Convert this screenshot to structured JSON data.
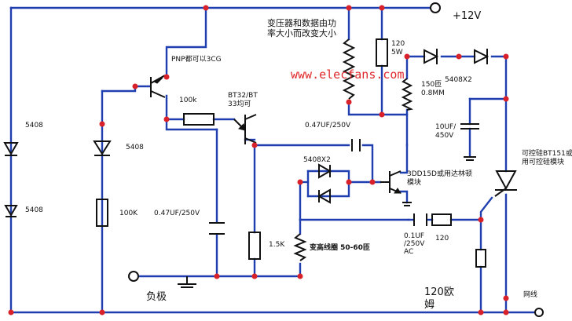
{
  "labels": {
    "supply_voltage": "+12V",
    "transformer_note_1": "变压器和数据由功",
    "transformer_note_2": "率大小而改变大小",
    "pnp_note": "PNP都可以3CG",
    "r_100k_horizontal": "100k",
    "bt_type_1": "BT32/BT",
    "bt_type_2": "33均可",
    "d_left_top": "5408",
    "d_left_bottom": "5408",
    "d_mid": "5408",
    "r_100k_vertical": "100K",
    "cap_047_left": "0.47UF/250V",
    "cap_047_top": "0.47UF/250V",
    "r_15k": "1.5K",
    "diodes_pair": "5408X2",
    "transistor_1": "3DD15D或用达林顿",
    "transistor_2": "模块",
    "coil_label": "变高线圈 50-60匝",
    "cap_01_1": "0.1UF",
    "cap_01_2": "/250V",
    "cap_01_3": "AC",
    "r_120": "120",
    "r_120_ohm_1": "120欧",
    "r_120_ohm_2": "姆",
    "negative_label": "负极",
    "mains_label": "网线",
    "r_120_5w_1": "120",
    "r_120_5w_2": "5W",
    "r_150_1": "150匝",
    "r_150_2": "0.8MM",
    "diodes_top": "5408X2",
    "cap_10uf_1": "10UF/",
    "cap_10uf_2": "450V",
    "scr_1": "可控硅BT151或",
    "scr_2": "用可控硅模块",
    "watermark": "www.elecfans.com"
  },
  "colors": {
    "wire": "#1f3fb0",
    "junction": "#d9212a",
    "component": "#111111",
    "watermark": "#e0282b"
  }
}
